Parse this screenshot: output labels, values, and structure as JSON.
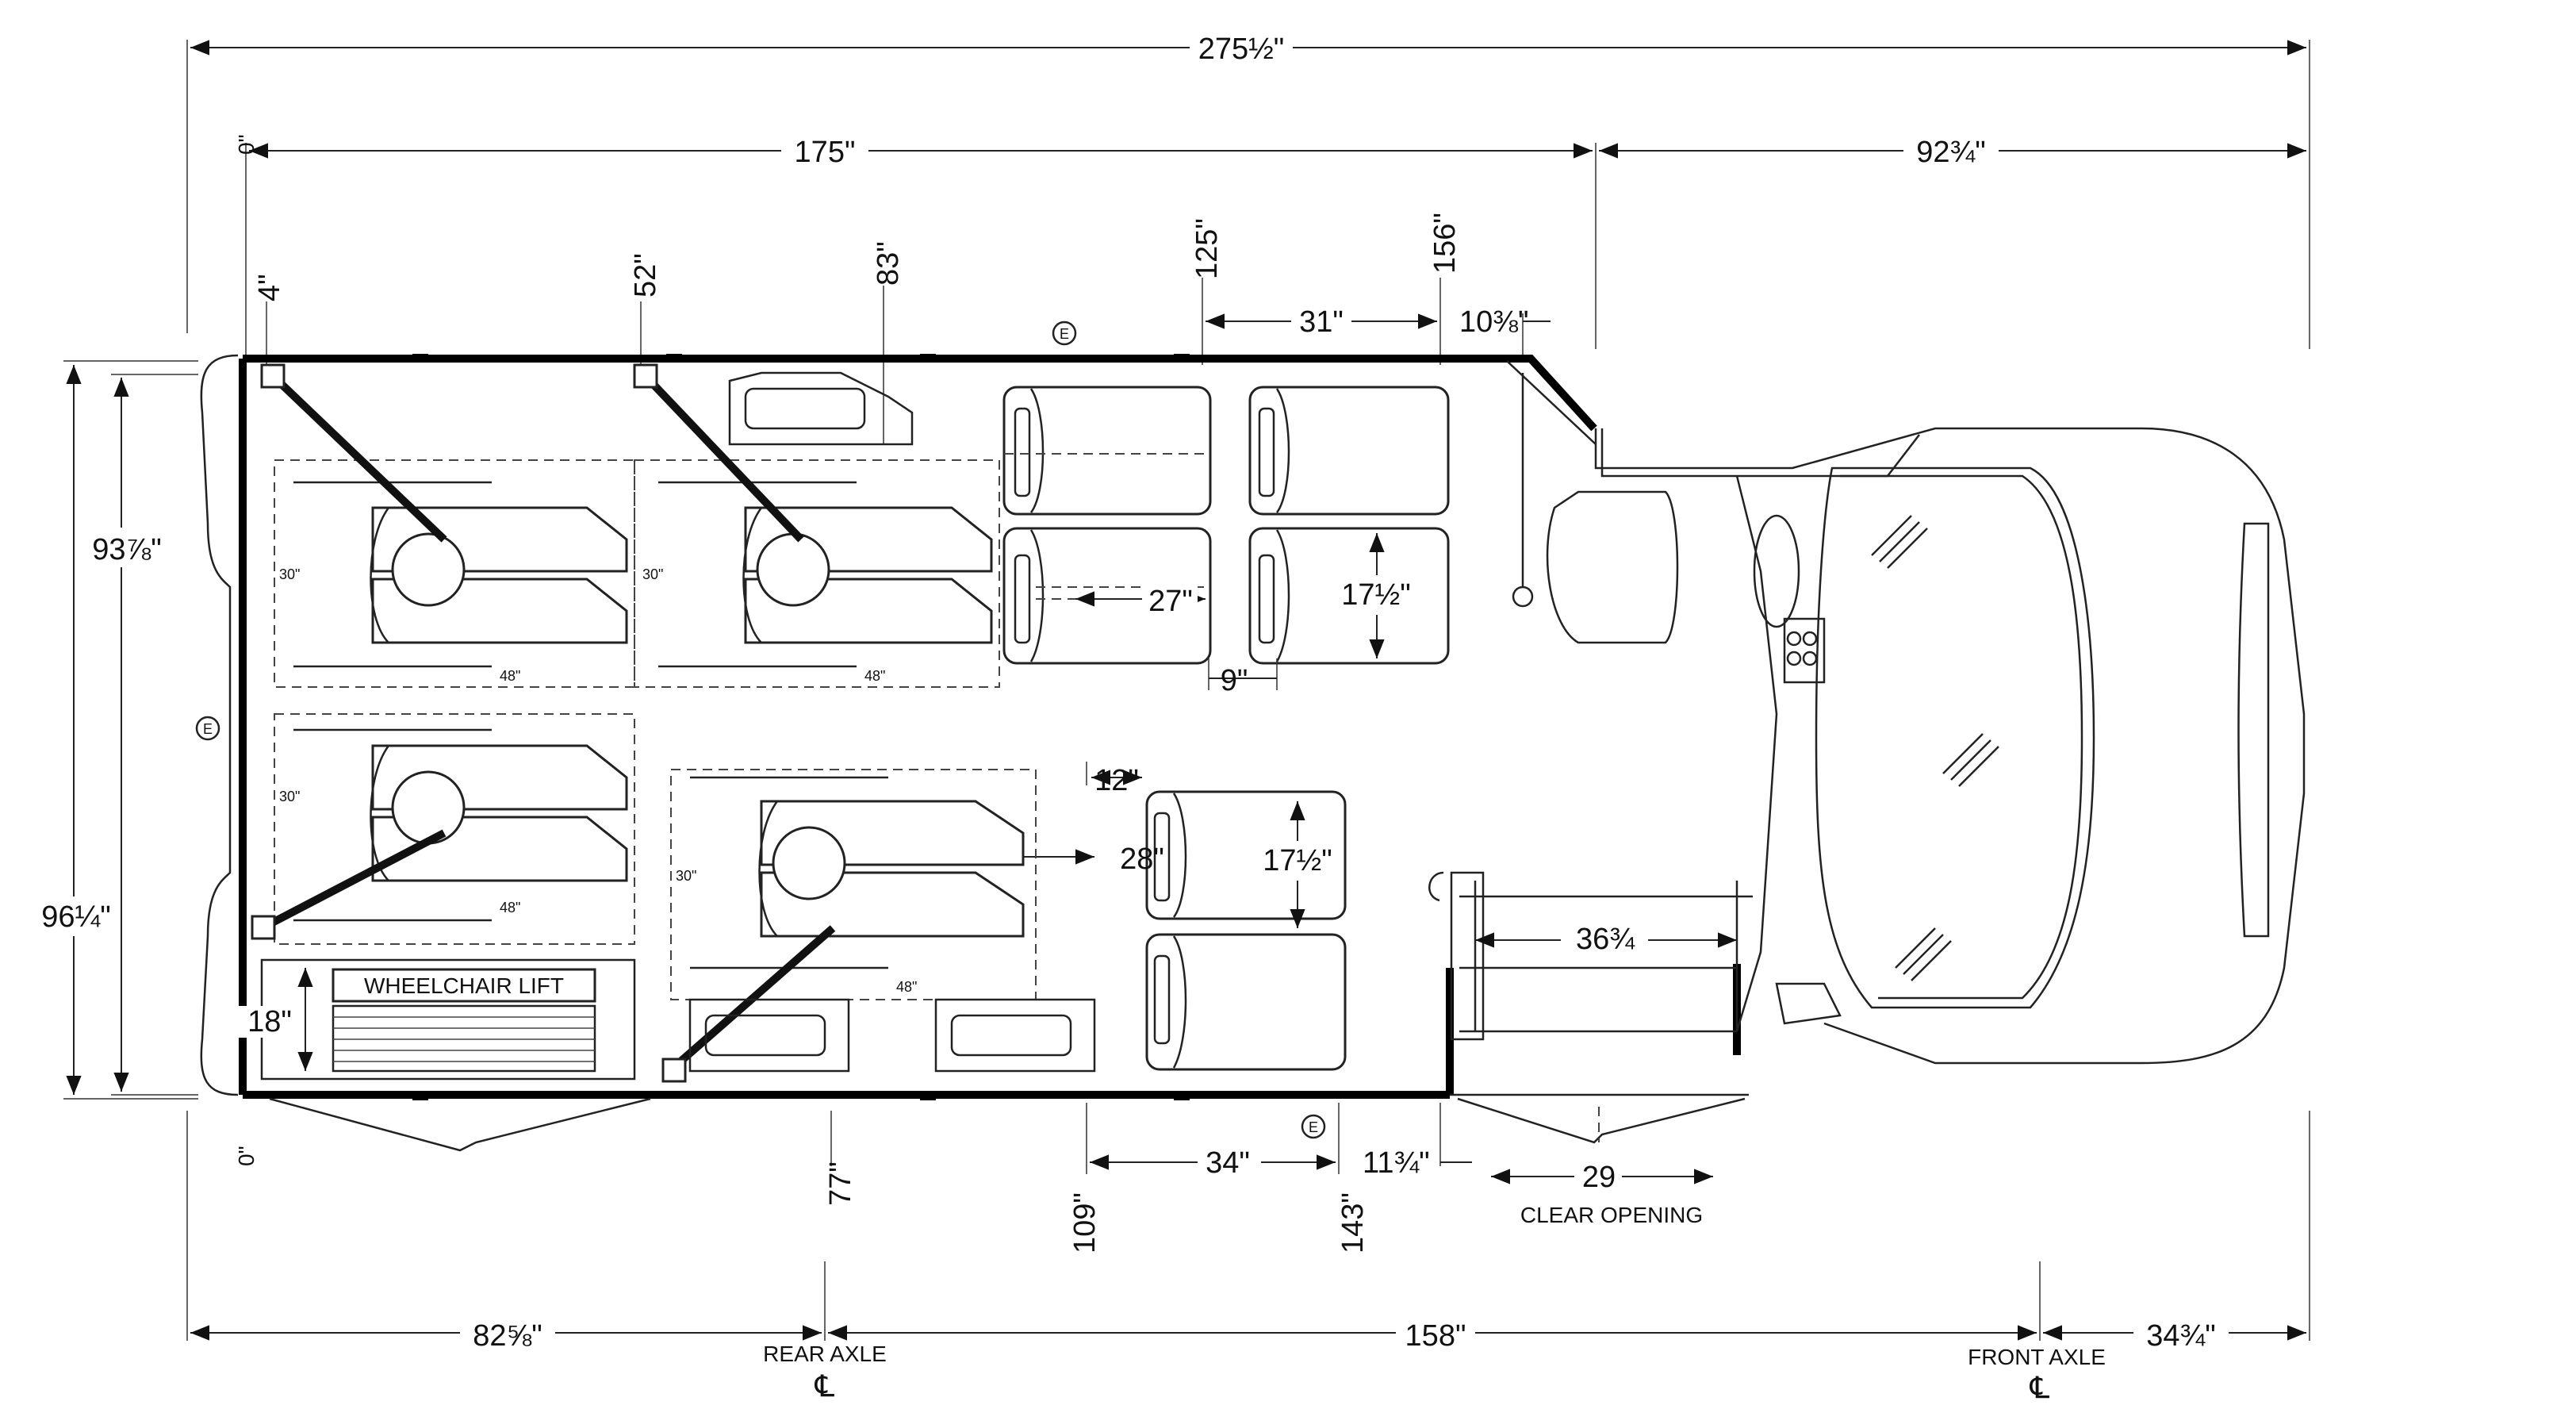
{
  "overall": {
    "length": "275½\"",
    "interior": "175\"",
    "front_cab": "92¾\""
  },
  "left_heights": {
    "outer": "96¼\"",
    "inner": "93⅞\""
  },
  "ruler": {
    "zero_top": "0\"",
    "zero_bottom": "0\"",
    "p4": "4\"",
    "p52": "52\"",
    "p83": "83\"",
    "p125": "125\"",
    "p156": "156\"",
    "p77": "77\"",
    "p109": "109\"",
    "p143": "143\""
  },
  "seat_dims": {
    "spacing_31": "31\"",
    "front_gap": "10⅜\"",
    "pitch_27": "27\"",
    "width_17a": "17½\"",
    "gap_9": "9\"",
    "gap_12": "12\"",
    "pitch_28": "28\"",
    "width_17b": "17½\"",
    "dist_34": "34\"",
    "dist_11": "11¾\""
  },
  "wheelchair_stations": {
    "w30a": "30\"",
    "w30b": "30\"",
    "w30c": "30\"",
    "w30d": "30\"",
    "l48a": "48\"",
    "l48b": "48\"",
    "l48c": "48\"",
    "l48d": "48\""
  },
  "lift": {
    "label": "WHEELCHAIR LIFT",
    "depth": "18\""
  },
  "door": {
    "width": "36¾",
    "clear_value": "29",
    "clear_label": "CLEAR OPENING"
  },
  "axles": {
    "rear_overhang": "82⅝\"",
    "wheelbase": "158\"",
    "front_overhang": "34¾\"",
    "rear_label": "REAR AXLE",
    "front_label": "FRONT AXLE",
    "centerline_symbol": "℄"
  },
  "markers": {
    "exit_symbol": "E"
  }
}
